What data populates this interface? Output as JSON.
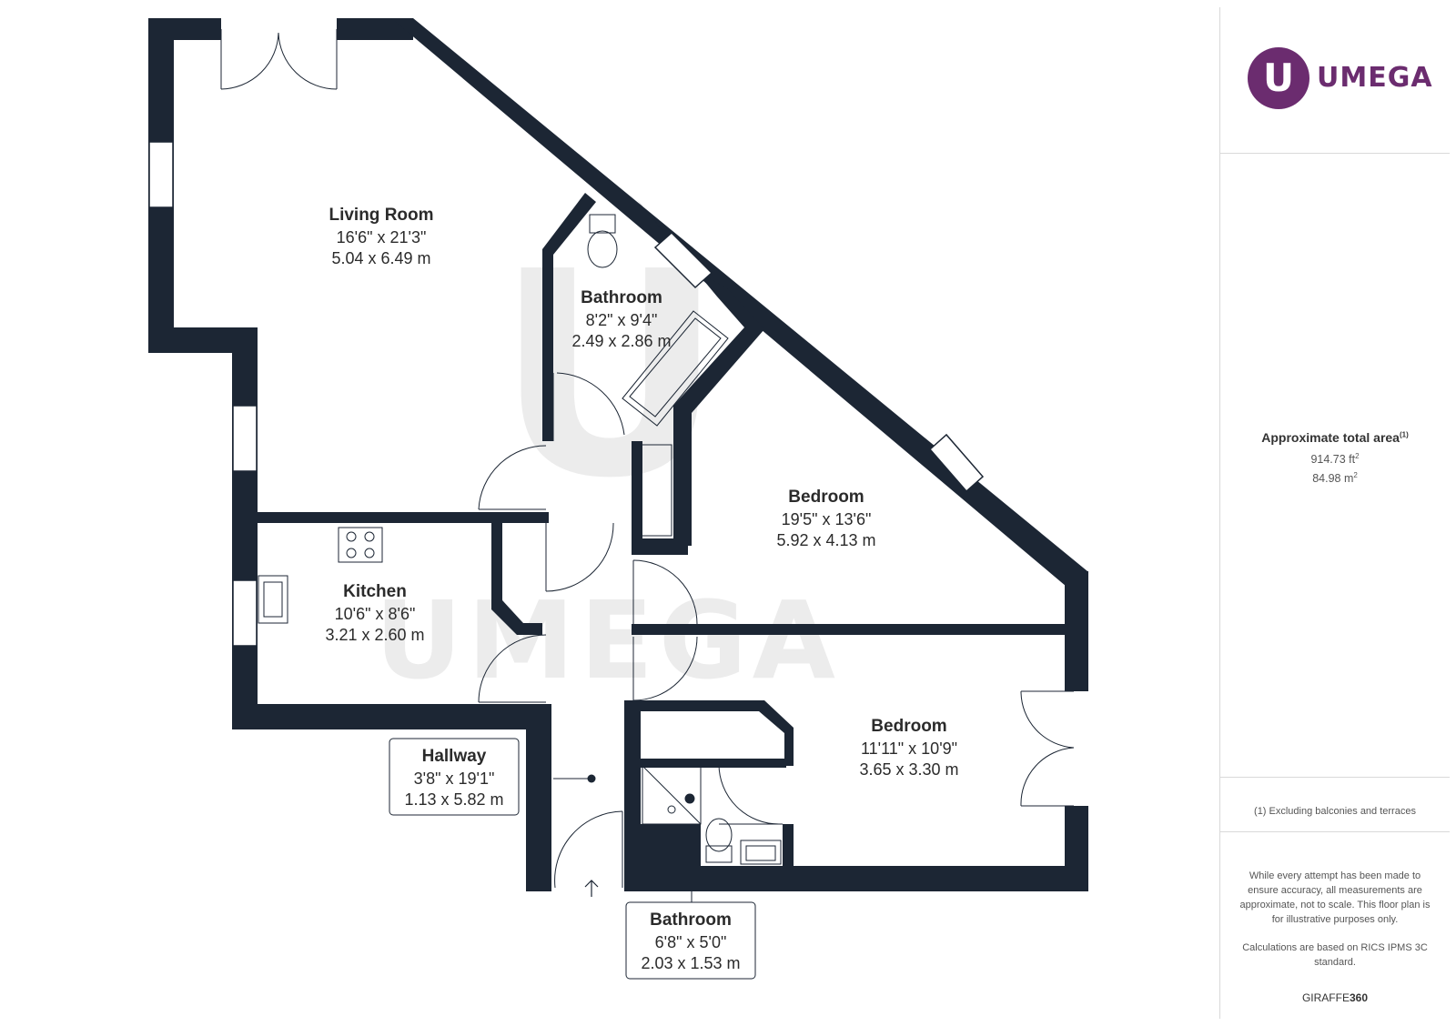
{
  "rooms": [
    {
      "name": "Living Room",
      "imperial": "16'6\" x 21'3\"",
      "metric": "5.04 x 6.49 m"
    },
    {
      "name": "Bathroom",
      "imperial": "8'2\" x 9'4\"",
      "metric": "2.49 x 2.86 m"
    },
    {
      "name": "Bedroom",
      "imperial": "19'5\" x 13'6\"",
      "metric": "5.92 x 4.13 m"
    },
    {
      "name": "Kitchen",
      "imperial": "10'6\" x 8'6\"",
      "metric": "3.21 x 2.60 m"
    },
    {
      "name": "Bedroom",
      "imperial": "11'11\" x 10'9\"",
      "metric": "3.65 x 3.30 m"
    },
    {
      "name": "Hallway",
      "imperial": "3'8\" x 19'1\"",
      "metric": "1.13 x 5.82 m"
    },
    {
      "name": "Bathroom",
      "imperial": "6'8\" x 5'0\"",
      "metric": "2.03 x 1.53 m"
    }
  ],
  "watermark": {
    "letter": "U",
    "word": "UMEGA"
  },
  "sidebar": {
    "logo_letter": "U",
    "logo_text": "UMEGA",
    "area_title": "Approximate total area",
    "area_note_marker": "(1)",
    "area_ft": "914.73 ft",
    "area_m": "84.98 m",
    "unit_sup": "2",
    "footnote": "(1) Excluding balconies and terraces",
    "disclaimer": "While every attempt has been made to ensure accuracy, all measurements are approximate, not to scale. This floor plan is for illustrative purposes only.",
    "calc": "Calculations are based on RICS IPMS 3C standard.",
    "brand_prefix": "GIRAFFE",
    "brand_suffix": "360"
  },
  "colors": {
    "wall": "#1c2634",
    "accent": "#6b2c6f",
    "watermark": "#ececec"
  },
  "icons": [
    "double-door-icon",
    "door-swing-icon",
    "toilet-icon",
    "bathtub-icon",
    "shower-icon",
    "hob-icon",
    "sink-icon",
    "window-icon",
    "entrance-arrow-icon"
  ]
}
